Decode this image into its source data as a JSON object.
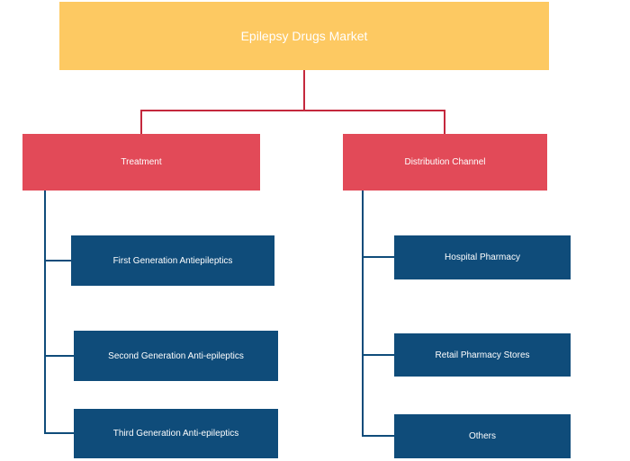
{
  "diagram": {
    "root": {
      "label": "Epilepsy Drugs Market"
    },
    "branches": [
      {
        "label": "Treatment",
        "children": [
          {
            "label": "First Generation Antiepileptics"
          },
          {
            "label": "Second Generation Anti-epileptics"
          },
          {
            "label": "Third Generation Anti-epileptics"
          }
        ]
      },
      {
        "label": "Distribution Channel",
        "children": [
          {
            "label": "Hospital Pharmacy"
          },
          {
            "label": "Retail Pharmacy Stores"
          },
          {
            "label": "Others"
          }
        ]
      }
    ]
  },
  "colors": {
    "root": "#fdc962",
    "category": "#e24a58",
    "leaf": "#0f4c7a",
    "connector_top": "#c4283d",
    "connector_leaf": "#0f4c7a"
  }
}
